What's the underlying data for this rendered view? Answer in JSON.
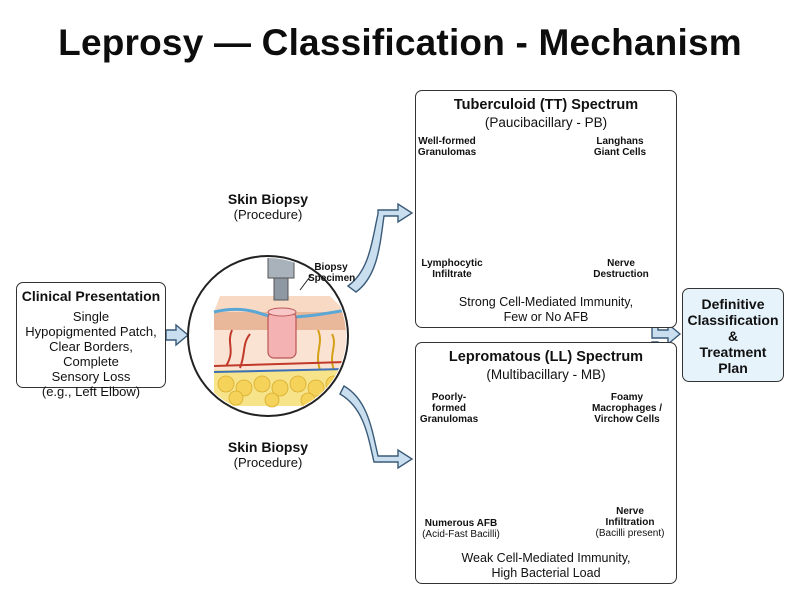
{
  "title": "Leprosy — Classification - Mechanism",
  "clinical": {
    "heading": "Clinical Presentation",
    "lines": [
      "Single",
      "Hypopigmented Patch,",
      "Clear Borders, Complete",
      "Sensory Loss",
      "(e.g., Left Elbow)"
    ]
  },
  "biopsy_top": {
    "name": "Skin Biopsy",
    "sub": "(Procedure)"
  },
  "biopsy_bottom": {
    "name": "Skin Biopsy",
    "sub": "(Procedure)"
  },
  "biopsy_label": [
    "Biopsy",
    "Specimen"
  ],
  "tt": {
    "heading": "Tuberculoid (TT) Spectrum",
    "sub": "(Paucibacillary - PB)",
    "labels": {
      "granulomas": [
        "Well-formed",
        "Granulomas"
      ],
      "giant": [
        "Langhans",
        "Giant Cells"
      ],
      "lympho": [
        "Lymphocytic",
        "Infiltrate"
      ],
      "nerve": [
        "Nerve",
        "Destruction"
      ]
    },
    "footer": [
      "Strong Cell-Mediated Immunity,",
      "Few or No AFB"
    ]
  },
  "ll": {
    "heading": "Lepromatous (LL) Spectrum",
    "sub": "(Multibacillary - MB)",
    "labels": {
      "granulomas": [
        "Poorly-formed",
        "Granulomas"
      ],
      "foamy": [
        "Foamy",
        "Macrophages /",
        "Virchow Cells"
      ],
      "afb": [
        "Numerous AFB"
      ],
      "afb_sub": "(Acid-Fast Bacilli)",
      "nerve": [
        "Nerve",
        "Infiltration"
      ],
      "nerve_sub": "(Bacilli present)"
    },
    "footer": [
      "Weak Cell-Mediated Immunity,",
      "High Bacterial Load"
    ]
  },
  "definitive": [
    "Definitive",
    "Classification",
    "&",
    "Treatment",
    "Plan"
  ],
  "colors": {
    "arrow_fill": "#c9dff0",
    "arrow_stroke": "#3a5a78",
    "granuloma_red": "#e8505b",
    "granuloma_pink": "#f6a6ae",
    "lymphocyte_blue": "#4f93c9",
    "foamy_yellow": "#f7cf55",
    "bacilli_red": "#d23a3a",
    "nerve_yellow": "#f2d54a"
  }
}
